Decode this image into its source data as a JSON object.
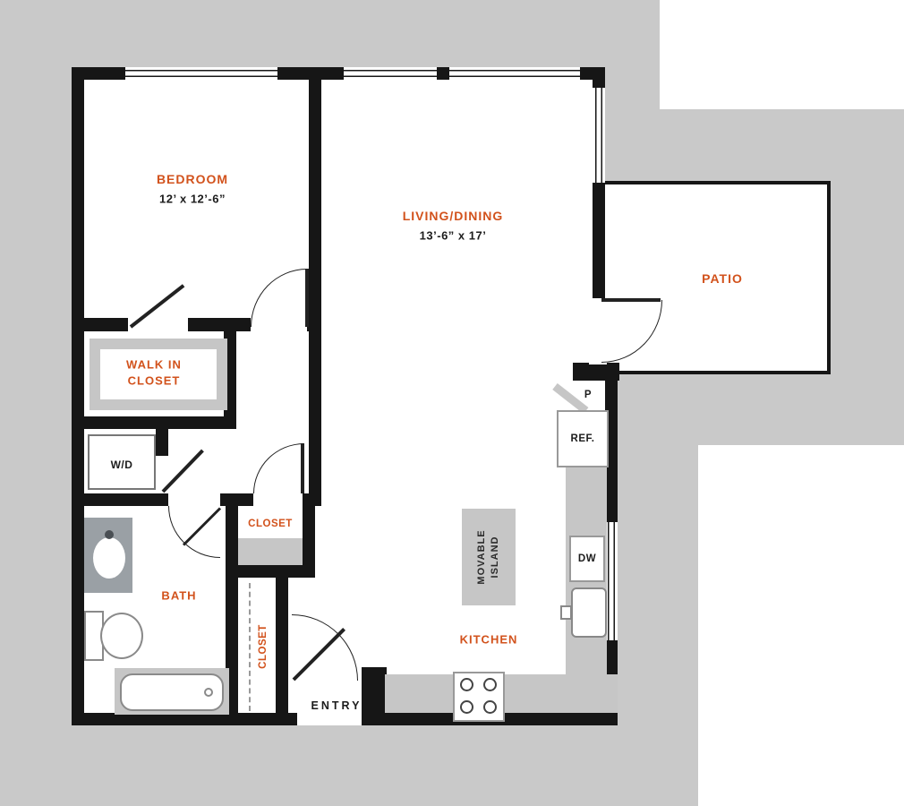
{
  "type": "floor-plan",
  "colors": {
    "background": "#c9c9c9",
    "floor": "#ffffff",
    "wall": "#161616",
    "room_label": "#d2521c",
    "text": "#1c1c1c",
    "fixture_gray": "#c6c6c6"
  },
  "rooms": {
    "bedroom": {
      "name": "BEDROOM",
      "dims": "12’ x 12’-6”"
    },
    "living": {
      "name": "LIVING/DINING",
      "dims": "13’-6” x 17’"
    },
    "patio": {
      "name": "PATIO"
    },
    "walk_in_closet": {
      "line1": "WALK IN",
      "line2": "CLOSET"
    },
    "wd": {
      "name": "W/D"
    },
    "bath": {
      "name": "BATH"
    },
    "closet": {
      "name": "CLOSET"
    },
    "hall_closet": {
      "name": "CLOSET"
    },
    "entry": {
      "name": "ENTRY"
    },
    "kitchen": {
      "name": "KITCHEN"
    }
  },
  "fixtures": {
    "ref": "REF.",
    "dw": "DW",
    "pantry": "P",
    "island": {
      "line1": "MOVABLE",
      "line2": "ISLAND"
    }
  }
}
